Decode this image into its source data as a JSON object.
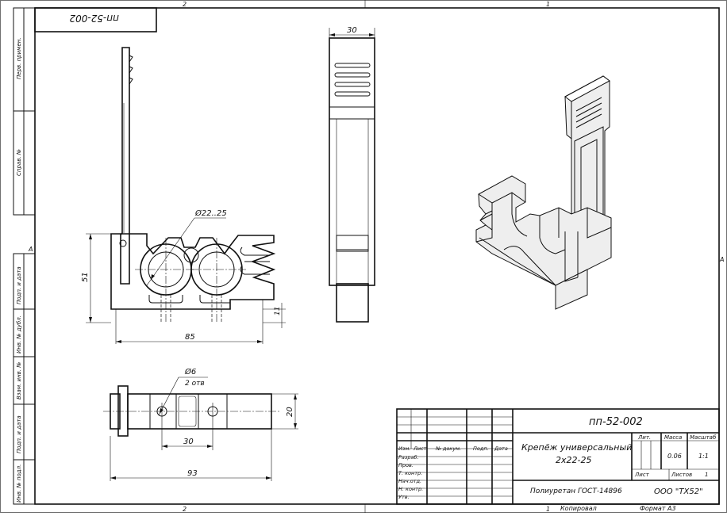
{
  "drawing": {
    "code": "пп-52-002",
    "code_mirrored": "пп-52-002",
    "title_line1": "Крепёж универсальный",
    "title_line2": "2х22-25",
    "material": "Полиуретан ГОСТ-14896",
    "organization": "ООО \"ТХ52\"",
    "mass": "0.06",
    "scale": "1:1",
    "sheets_total": "1",
    "copied_label": "Копировал",
    "format_label": "Формат А3"
  },
  "zones": {
    "top": [
      "2",
      "1"
    ],
    "bottom": [
      "2",
      "1"
    ],
    "side": [
      "A",
      "A"
    ]
  },
  "left_strip": [
    "Перв. примен.",
    "Справ. №",
    "Подп. и дата",
    "Инв. № дубл.",
    "Взам. инв. №",
    "Подп. и дата",
    "Инв. № подл."
  ],
  "title_block": {
    "col_headers": [
      "Изм.",
      "Лист",
      "№ докум.",
      "Подп.",
      "Дата"
    ],
    "row_labels": [
      "Разраб.",
      "Пров.",
      "Т. контр.",
      "Нач.отд.",
      "Н. контр.",
      "Утв."
    ],
    "lit_label": "Лит.",
    "mass_label": "Масса",
    "scale_label": "Масштаб",
    "sheet_label": "Лист",
    "sheets_label": "Листов"
  },
  "dimensions": {
    "front_height": "51",
    "front_width": "85",
    "pipe_diameter": "Ø22..25",
    "foot_height": "11",
    "side_width": "30",
    "hole_diameter": "Ø6",
    "hole_count": "2 отв",
    "hole_spacing": "30",
    "bottom_length": "93",
    "bottom_width": "20"
  }
}
